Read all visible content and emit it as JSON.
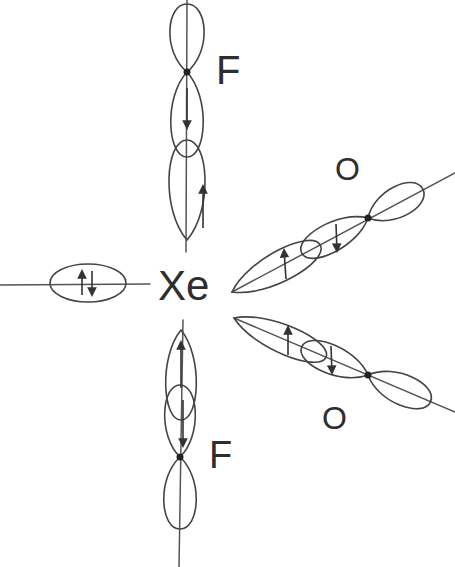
{
  "diagram": {
    "labels": [
      "F",
      "O",
      "Xe",
      "O",
      "F"
    ]
  }
}
